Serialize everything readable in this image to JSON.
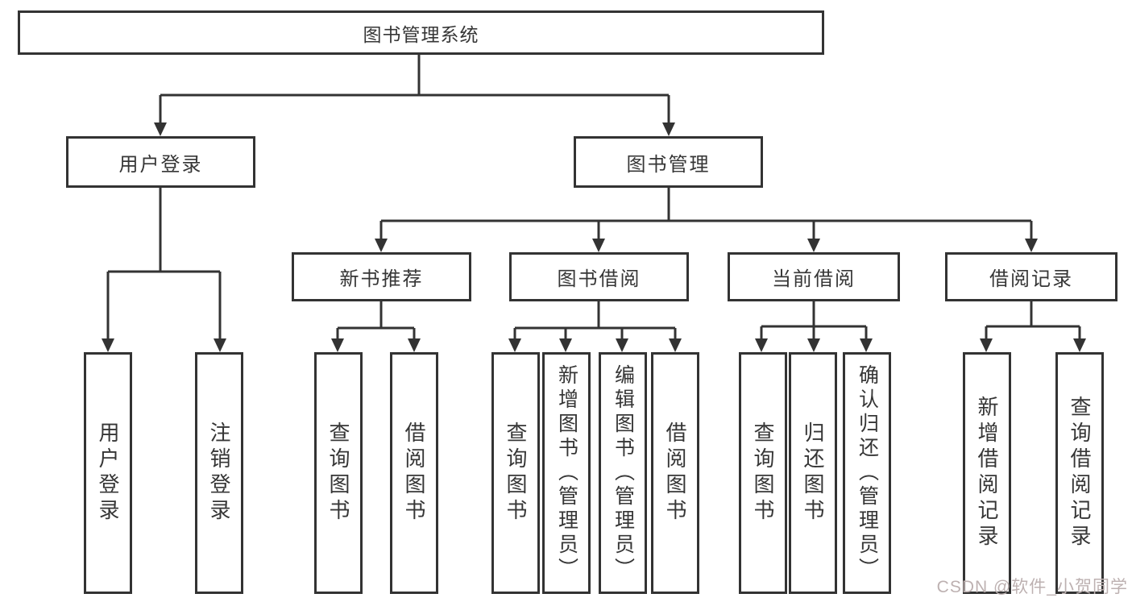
{
  "diagram": {
    "root": {
      "label": "图书管理系统",
      "children": [
        {
          "label": "用户登录",
          "children": [
            {
              "label": "用户登录"
            },
            {
              "label": "注销登录"
            }
          ]
        },
        {
          "label": "图书管理",
          "children": [
            {
              "label": "新书推荐",
              "children": [
                {
                  "label": "查询图书"
                },
                {
                  "label": "借阅图书"
                }
              ]
            },
            {
              "label": "图书借阅",
              "children": [
                {
                  "label": "查询图书"
                },
                {
                  "label": "新增图书（管理员）"
                },
                {
                  "label": "编辑图书（管理员）"
                },
                {
                  "label": "借阅图书"
                }
              ]
            },
            {
              "label": "当前借阅",
              "children": [
                {
                  "label": "查询图书"
                },
                {
                  "label": "归还图书"
                },
                {
                  "label": "确认归还（管理员）"
                }
              ]
            },
            {
              "label": "借阅记录",
              "children": [
                {
                  "label": "新增借阅记录"
                },
                {
                  "label": "查询借阅记录"
                }
              ]
            }
          ]
        }
      ]
    }
  },
  "watermark": {
    "text": "CSDN @软件_小贺同学"
  },
  "colors": {
    "line": "#333333",
    "text": "#363636",
    "watermark": "#bdb1b1",
    "background": "#ffffff"
  }
}
